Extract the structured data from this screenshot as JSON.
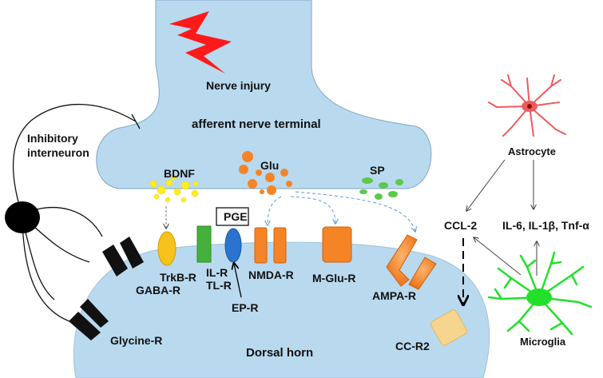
{
  "labels": {
    "nerve_injury": "Nerve injury",
    "afferent_terminal": "afferent nerve terminal",
    "inhibitory_interneuron_line1": "Inhibitory",
    "inhibitory_interneuron_line2": "interneuron",
    "bdnf": "BDNF",
    "glu": "Glu",
    "sp": "SP",
    "pge": "PGE",
    "trkb_r": "TrkB-R",
    "il_r": "IL-R",
    "tl_r": "TL-R",
    "ep_r": "EP-R",
    "nmda_r": "NMDA-R",
    "m_glu_r": "M-Glu-R",
    "ampa_r": "AMPA-R",
    "gaba_r": "GABA-R",
    "glycine_r": "Glycine-R",
    "dorsal_horn": "Dorsal horn",
    "cc_r2": "CC-R2",
    "ccl2": "CCL-2",
    "cytokines": "IL-6, IL-1β, Tnf-α",
    "astrocyte": "Astrocyte",
    "microglia": "Microglia"
  },
  "colors": {
    "tissue": "#b9d9ef",
    "tissue_stroke": "#8fb6d3",
    "lightning": "#ff1a1a",
    "bdnf_dots": "#ffee22",
    "trkb": "#f7c21c",
    "il_r": "#44b23a",
    "ep_r": "#2a73d0",
    "glu_orange": "#f58426",
    "sp_green": "#5cc94a",
    "cc_r2": "#f6d58f",
    "astrocyte": "#ef5b5b",
    "microglia": "#22e02a",
    "arrow_blue": "#5a9bd8"
  }
}
